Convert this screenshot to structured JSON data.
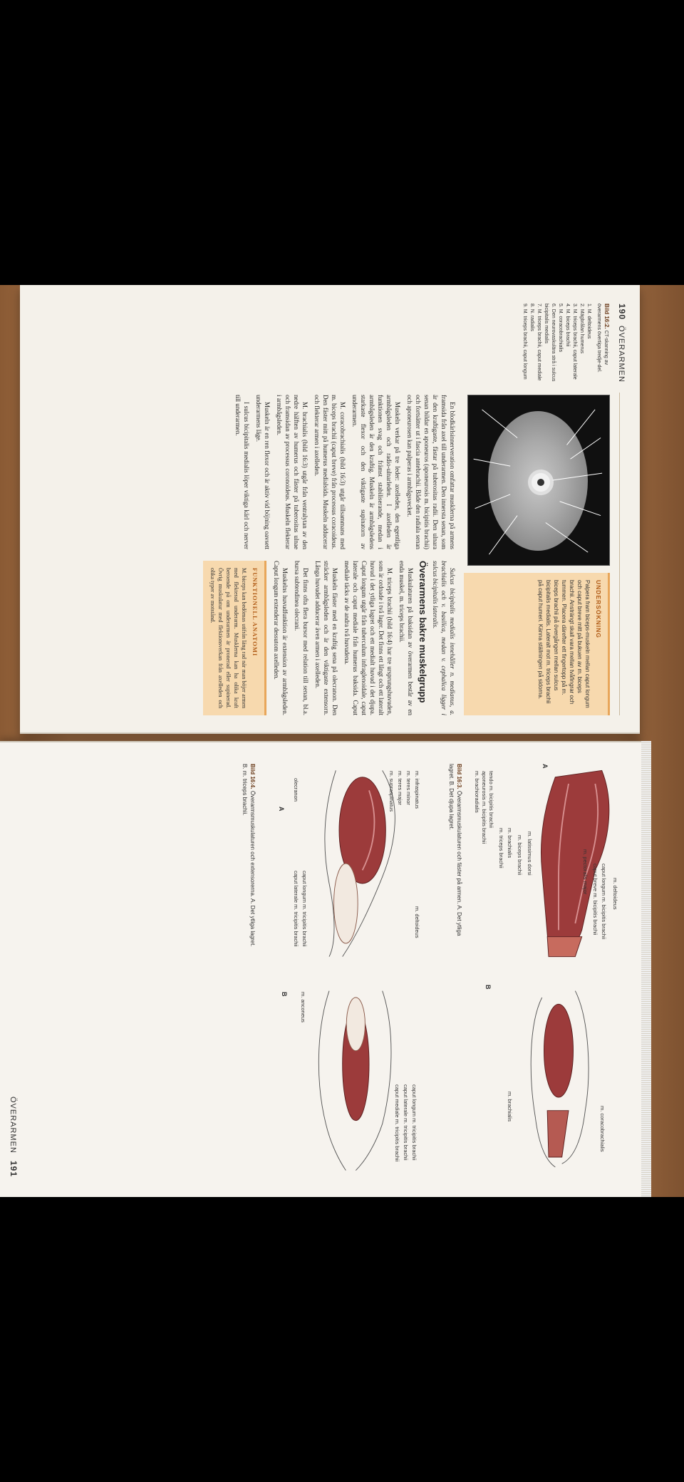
{
  "page_left": {
    "header": {
      "number": "190",
      "title": "ÖVERARMEN"
    },
    "figure_caption": {
      "title": "Bild 16:2.",
      "text": "CT-skanning av överarmens övertiga tredje-del.",
      "items": [
        "1. M. deltoideus",
        "2. Mägbrålan humerus",
        "3. M. triceps brachii, caput laterale",
        "4. M. biceps brachii",
        "5. M. coracobrachialis",
        "6. Den neurovaskulära strå i sulcus bicipitalis medialis",
        "7. M. triceps brachii, caput mediale",
        "8. N. radialis",
        "9. M. triceps brachii, caput longum"
      ]
    },
    "undersokning": {
      "title": "UNDERSÖKNING",
      "text": "Palpera fram biceps-muskeln mellan caput longum och caput breve mitt på bukuen av m. biceps brachii. Ansträngt skall vara mellan tvåfingrar och tummen. Placera därefter ett fingertopp på m. biceps brachii på övergången mellan sulcus bicipitalis medialis. Lateralt mot m. triceps brachii på caput humeri. Känna ställningen på sidorna."
    },
    "body": {
      "col1": [
        "En blodkärlsinnerveration omfattar musklerna på armens framsida från axel till underarmen. Den innersta senan, som är den kraftigaste, fästar på tuberositas radii. Den ulnara senan bildar en aponeuros (aponeurosis m. bicipitis brachii) och fortsätter ut i fascia antebrachii. Både den radiala senan och aponeurosen kan palperas i armbågsvecket.",
        "Muskeln verkar på tre leder: axelleden, den egentliga armbågsleden och radio-ulnarleden. I axelleden är funktionen svag och främst stabiliserande, medan i armbågsleden är den kraftig. Muskeln är armbågsledens starkaste flexor och den viktigaste supinatorn av underarmen.",
        "M. coracobrachialis (bild 16:3) utgår tillsammans med m. biceps brachii (caput breve) från processus coracoideus. Den fäster mitt på humerus medialsida. Muskeln adducerar och flekterar armen i axelleden.",
        "M. brachialis (bild 16:3) utgår från ventralytan av den nedre hälften av humerus och fäster på tuberositas ulnae och framsidan av processus coronoideus. Muskeln flekterar i armbågsleden.",
        "Muskeln är en ren flexor och är aktiv vid böjning oavsett underarmens läge.",
        "I sulcus bicipitalis medialis löper viktiga kärl och nerver till underarmen."
      ],
      "col2_italic": "Sulcus bicipitalis medialis innehåller n. medianus, a. brachialis och v. basilica, medan v. cephalica ligger i sulcus bicipitalis lateralis.",
      "heading": "Överarmens bakre muskelgrupp",
      "col2": [
        "Muskulaturen på baksidan av överarmen består av en enda muskel, m. triceps brachii.",
        "M. triceps brachii (bild 16:4) har tre ursprungshuvuden, som är ordnade i två lager. Det finns ett långt och ett lateralt huvud i det ytliga lagret och ett medialt huvud i det djupa. Caput longum utgår från tuberculum infraglenoidale, caput laterale och caput mediale från humerus baksida. Caput mediale täcks av de andra två huvudena.",
        "Muskeln fäster med en kraftig sena på olecranon. Den sträcker armbågsleden och är den viktigaste extensorn. Långa huvudet adducerar även armen i axelleden.",
        "Det finns ofta flera bursor med relation till senan, bl.a. bursa subtendinea olecrani.",
        "Muskelns huvudfunktion är extension av armbågsleden. Caput longum extenderar dessutom axelleden."
      ],
      "anatomy_box": {
        "title": "FUNKTIONELL ANATOMI",
        "text": "M. biceps kan bedömas utifrån läng rad när man böjer armen med flekterad underarm. Musklerna kan ha olika kraft beroende på om underarmen är pronerad eller supinerad. Övrig muskulatur med flektionsverkan från axelleden och olika typer av motstånd."
      }
    }
  },
  "page_right": {
    "header": {
      "title": "ÖVERARMEN",
      "number": "191"
    },
    "figure_top_left": {
      "letter_a": "A",
      "labels": [
        "m. deltoideus",
        "caput longum m. bicipitis brachii",
        "caput breve m. bicipitis brachii",
        "m. pectoralis major",
        "m. latissimus dorsi",
        "m. biceps brachii",
        "m. brachialis",
        "m. triceps brachii",
        "tendo m. bicipitis brachii",
        "aponeurosis m. bicipitis brachii",
        "m. brachioradialis"
      ]
    },
    "figure_top_right": {
      "letter_b": "B",
      "labels": [
        "m. coracobrachialis",
        "m. brachialis"
      ]
    },
    "caption_16_3": {
      "title": "Bild 16:3.",
      "text": "Överarmsmuskulaturen och fäster på armen. A. Det ytliga lagret. B. Det djupa lagret."
    },
    "figure_bottom_left": {
      "labels": [
        "m. deltoideus",
        "m. infraspinatus",
        "m. teres minor",
        "m. teres major",
        "m. supraspinatus",
        "caput longum m. tricipitis brachii",
        "caput laterale m. tricipitis brachii",
        "olecranon"
      ],
      "letter_a": "A"
    },
    "figure_bottom_right": {
      "labels": [
        "caput longum m. tricipitis brachii",
        "caput laterale m. tricipitis brachii",
        "caput mediale m. tricipitis brachii",
        "m. anconeus"
      ],
      "letter_b": "B"
    },
    "caption_16_4": {
      "title": "Bild 16:4.",
      "text": "Överarmsmuskulaturen och extensorerna. A. Det ytliga lagret. B. m. triceps brachii."
    }
  },
  "colors": {
    "paper": "#f4f1ea",
    "orange_box": "#f7d9ae",
    "accent": "#b05a14",
    "muscle": "#9c3b3b"
  }
}
